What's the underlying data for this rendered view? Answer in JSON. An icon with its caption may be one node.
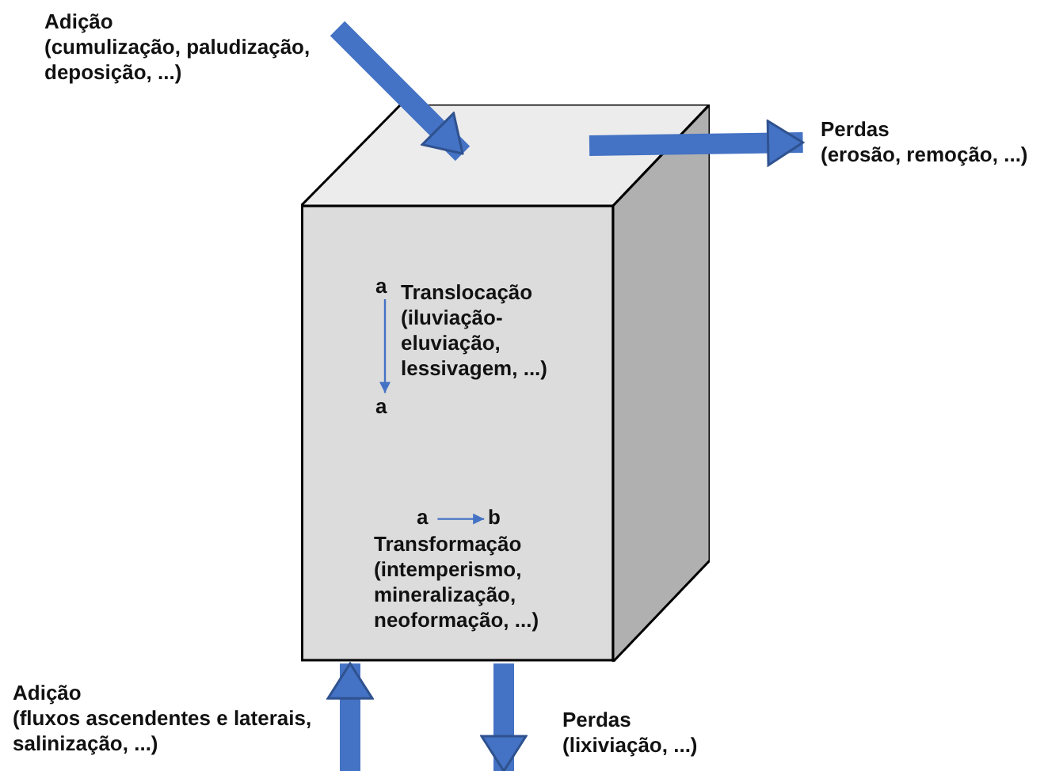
{
  "diagram": {
    "nodes": [
      {
        "text": [
          "Adição",
          "(cumulização, paludização, deposição, ...)"
        ]
      },
      {
        "text": [
          "Perdas",
          "(erosão, remoção, ...)"
        ]
      },
      {
        "text": [],
        "shape": "box"
      },
      {
        "text": [
          "a"
        ],
        "in": 2
      },
      {
        "text": [
          "a"
        ],
        "in": 2
      },
      {
        "text": [
          "Translocação (iluviação-eluviação, lessivagem, ...)"
        ],
        "in": 2
      },
      {
        "text": [
          "a"
        ],
        "in": 2
      },
      {
        "text": [
          "b"
        ],
        "in": 2
      },
      {
        "text": [
          "Transformação (intemperismo, mineralização, neoformação, ...)"
        ],
        "in": 2
      }
    ],
    "edges": [
      {
        "from": 0,
        "to": 2,
        "arrow": "to"
      },
      {
        "from": 2,
        "to": 1,
        "arrow": "to"
      },
      {
        "from": null,
        "to": 2,
        "arrow": "to"
      },
      {
        "from": 2,
        "to": null,
        "arrow": "to"
      },
      {
        "from": 3,
        "to": 4,
        "arrow": "to"
      },
      {
        "from": 6,
        "to": 7,
        "arrow": "to"
      }
    ],
    "labels": [
      "Adição",
      "(fluxos ascendentes e laterais, salinização, ...)",
      "Perdas",
      "(lixiviação, ...)"
    ]
  }
}
